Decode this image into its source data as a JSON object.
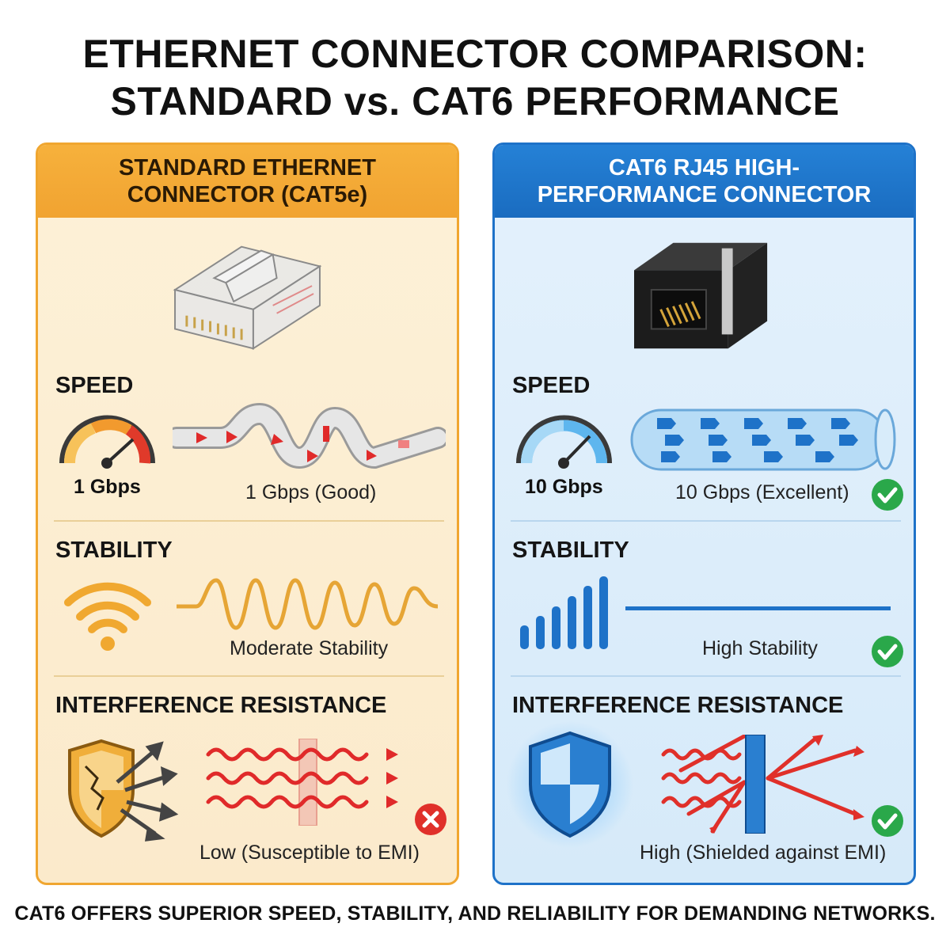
{
  "title": {
    "line1": "ETHERNET CONNECTOR COMPARISON:",
    "line2": "STANDARD vs. CAT6 PERFORMANCE"
  },
  "left_panel": {
    "header_line1": "STANDARD ETHERNET",
    "header_line2": "CONNECTOR (CAT5e)",
    "speed": {
      "title": "SPEED",
      "value": "1 Gbps",
      "caption": "1 Gbps (Good)"
    },
    "stability": {
      "title": "STABILITY",
      "caption": "Moderate Stability"
    },
    "interference": {
      "title": "INTERFERENCE RESISTANCE",
      "caption": "Low (Susceptible to EMI)",
      "status_icon": "cross-icon"
    },
    "accent_color": "#f0a630"
  },
  "right_panel": {
    "header_line1": "CAT6 RJ45 HIGH-",
    "header_line2": "PERFORMANCE CONNECTOR",
    "speed": {
      "title": "SPEED",
      "value": "10 Gbps",
      "caption": "10 Gbps (Excellent)",
      "status_icon": "check-icon"
    },
    "stability": {
      "title": "STABILITY",
      "caption": "High Stability",
      "status_icon": "check-icon"
    },
    "interference": {
      "title": "INTERFERENCE RESISTANCE",
      "caption": "High (Shielded against EMI)",
      "status_icon": "check-icon"
    },
    "accent_color": "#1e72c8"
  },
  "footer": "CAT6 OFFERS SUPERIOR SPEED, STABILITY, AND RELIABILITY FOR DEMANDING NETWORKS."
}
